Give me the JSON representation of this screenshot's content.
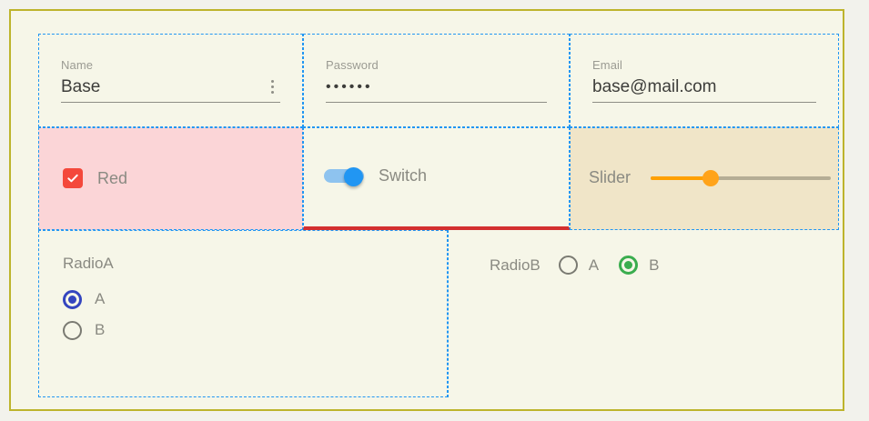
{
  "theme": {
    "page_bg": "#f2f2ec",
    "panel_bg": "#f6f6e8",
    "panel_border": "#bdb42c",
    "cell_border": "#2196f3",
    "checkbox_red": "#f4483b",
    "checkbox_cell_bg": "#fbd5d7",
    "switch_blue": "#2196f3",
    "switch_track_blue": "#8ec3ef",
    "switch_underline_red": "#d32f2f",
    "slider_orange": "#ffa000",
    "slider_cell_bg": "#f0e5c8",
    "radio_blue": "#3445bf",
    "radio_green": "#3aad4e",
    "label_gray": "#9b9b93",
    "value_gray": "#3d3d3a"
  },
  "fields": {
    "name": {
      "label": "Name",
      "value": "Base",
      "placeholder": "Name",
      "menu_icon": "kebab-menu-icon"
    },
    "password": {
      "label": "Password",
      "value": "••••••",
      "placeholder": "Password",
      "masked_char_count": "6"
    },
    "email": {
      "label": "Email",
      "value": "base@mail.com",
      "placeholder": "Email"
    }
  },
  "controls": {
    "checkbox": {
      "label": "Red",
      "checked": "true",
      "icon": "check-icon"
    },
    "switch": {
      "label": "Switch",
      "on": "true"
    },
    "slider": {
      "label": "Slider",
      "value": "33",
      "min": "0",
      "max": "100"
    }
  },
  "radio_groups": {
    "radio_a": {
      "title": "RadioA",
      "orientation": "vertical",
      "selected": "A",
      "options": [
        {
          "label": "A",
          "selected": "true"
        },
        {
          "label": "B",
          "selected": "false"
        }
      ]
    },
    "radio_b": {
      "title": "RadioB",
      "orientation": "horizontal",
      "selected": "B",
      "options": [
        {
          "label": "A",
          "selected": "false"
        },
        {
          "label": "B",
          "selected": "true"
        }
      ]
    }
  }
}
